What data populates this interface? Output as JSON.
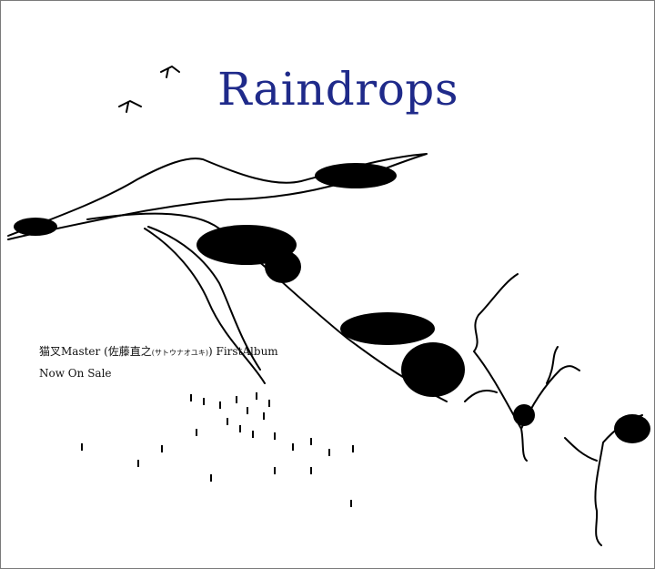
{
  "cover": {
    "title": "Raindrops",
    "artist": {
      "prefix": "猫叉Master (佐藤直之",
      "reading": "(サトウナオユキ)",
      "suffix": ") FirstAlbum"
    },
    "status": "Now On Sale",
    "colors": {
      "title": "#1f2a8a",
      "ink": "#000000",
      "background": "#ffffff",
      "border": "#7a7a7a"
    }
  }
}
